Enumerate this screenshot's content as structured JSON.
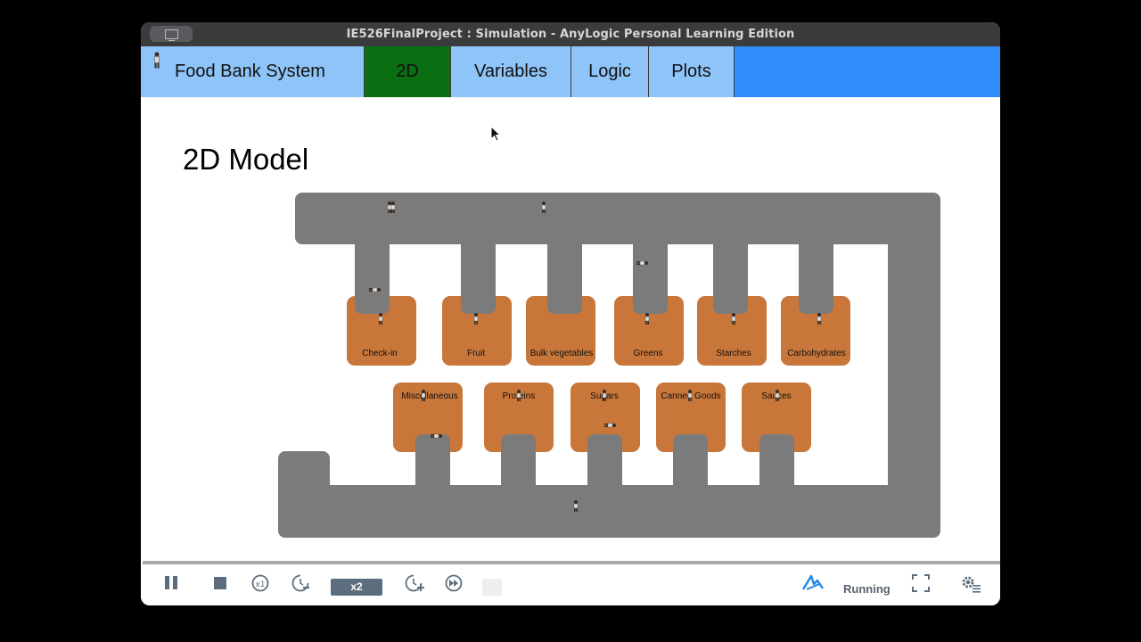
{
  "window": {
    "title": "IE526FinalProject : Simulation - AnyLogic Personal Learning Edition"
  },
  "nav": {
    "items": [
      {
        "label": "Food Bank System"
      },
      {
        "label": "2D"
      },
      {
        "label": "Variables"
      },
      {
        "label": "Logic"
      },
      {
        "label": "Plots"
      }
    ]
  },
  "heading": "2D Model",
  "stations_row1": [
    "Check-in",
    "Fruit",
    "Bulk vegetables",
    "Greens",
    "Starches",
    "Carbohydrates"
  ],
  "stations_row2": [
    "Miscellaneous",
    "Proteins",
    "Sugars",
    "Canned Goods",
    "Sauces"
  ],
  "controls": {
    "speed": "x2",
    "status": "Running"
  },
  "colors": {
    "nav_bar": "#2f8cf8",
    "nav_tab": "#8ec4f8",
    "nav_active": "#0a6e12",
    "station": "#c8763a",
    "road": "#7b7b7b"
  },
  "icons": [
    "pause-icon",
    "stop-icon",
    "speed-x1-icon",
    "slow-down-icon",
    "speed-up-icon",
    "run-to-end-icon",
    "anylogic-logo-icon",
    "fullscreen-icon",
    "settings-icon"
  ]
}
